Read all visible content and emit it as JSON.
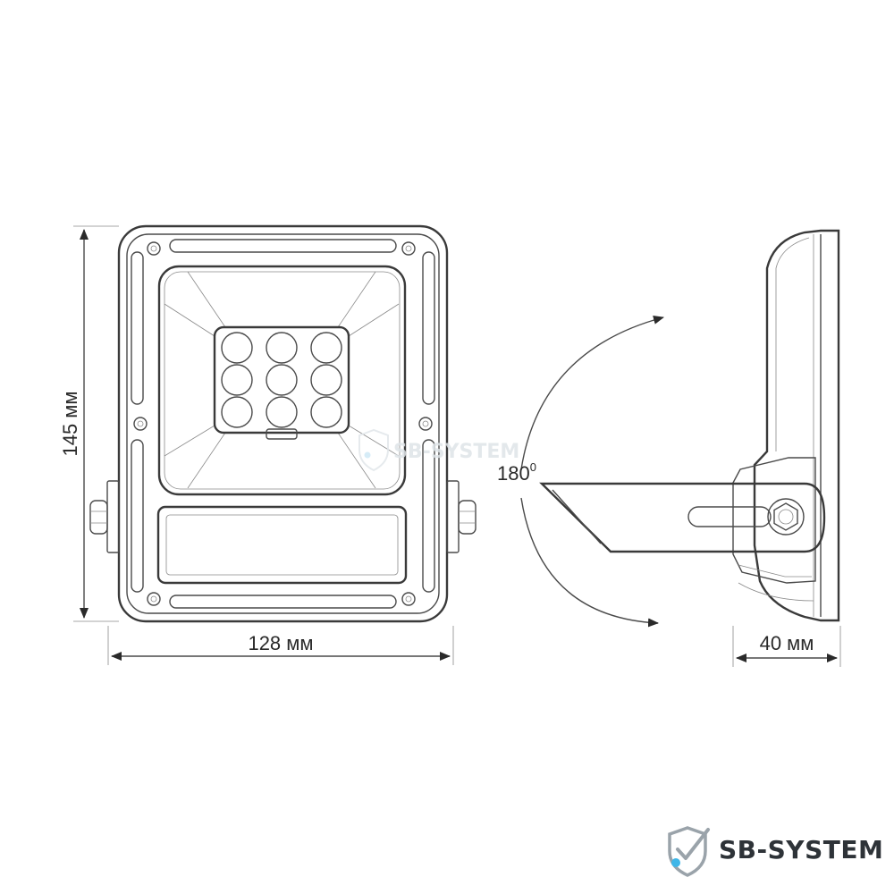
{
  "dimensions": {
    "height_label": "145 мм",
    "width_label": "128 мм",
    "depth_label": "40 мм",
    "rotation_label": "180",
    "rotation_unit": "0"
  },
  "watermark": {
    "text": "SB-SYSTEM"
  },
  "brand": {
    "name": "SB-SYSTEM",
    "colors": {
      "text": "#2e3338",
      "shield": "#9aa3aa",
      "check": "#3fb6e8"
    }
  },
  "led_count": 9
}
